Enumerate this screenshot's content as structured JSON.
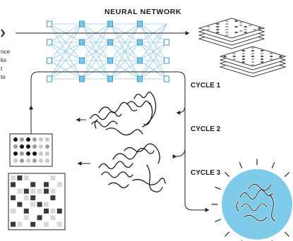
{
  "title": "NEURAL NETWORK",
  "side_text": [
    "nce",
    "ks",
    "t",
    "to"
  ],
  "cycles": [
    "CYCLE 1",
    "CYCLE 2",
    "CYCLE 3"
  ],
  "colors": {
    "node": "#7fc4e6",
    "node_stroke": "#3d9cc9",
    "edge": "#8fcbe8",
    "sun": "#7ecbea",
    "line": "#222222",
    "dark_cell": "#3a3a3a",
    "mid_cell": "#9a9a9a",
    "light_cell": "#d8d8d8"
  },
  "icons": [
    "arrow-icon",
    "protein-icon",
    "contact-map-icon",
    "sun-ray-icon"
  ]
}
